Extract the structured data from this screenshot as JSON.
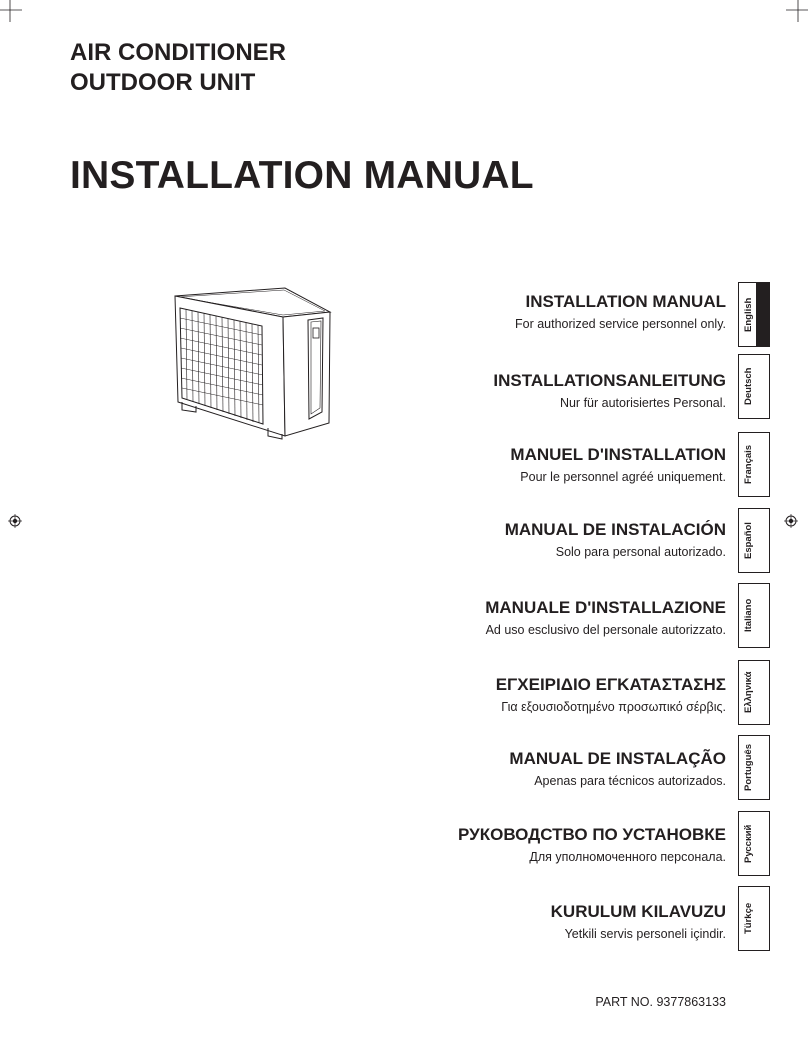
{
  "product": {
    "line1": "AIR CONDITIONER",
    "line2": "OUTDOOR UNIT"
  },
  "document_title": "INSTALLATION MANUAL",
  "languages": [
    {
      "title": "INSTALLATION MANUAL",
      "subtitle": "For authorized service personnel only.",
      "tab": "English"
    },
    {
      "title": "INSTALLATIONSANLEITUNG",
      "subtitle": "Nur für autorisiertes Personal.",
      "tab": "Deutsch"
    },
    {
      "title": "MANUEL D'INSTALLATION",
      "subtitle": "Pour le personnel agréé uniquement.",
      "tab": "Français"
    },
    {
      "title": "MANUAL DE INSTALACIÓN",
      "subtitle": "Solo para personal autorizado.",
      "tab": "Español"
    },
    {
      "title": "MANUALE D'INSTALLAZIONE",
      "subtitle": "Ad uso esclusivo del personale autorizzato.",
      "tab": "Italiano"
    },
    {
      "title": "ΕΓΧΕΙΡΙΔΙΟ ΕΓΚΑΤΑΣΤΑΣΗΣ",
      "subtitle": "Για εξουσιοδοτημένο προσωπικό σέρβις.",
      "tab": "Ελληνικά"
    },
    {
      "title": "MANUAL DE INSTALAÇÃO",
      "subtitle": "Apenas para técnicos autorizados.",
      "tab": "Português"
    },
    {
      "title": "РУКОВОДСТВО ПО УСТАНОВКЕ",
      "subtitle": "Для уполномоченного персонала.",
      "tab": "Русский"
    },
    {
      "title": "KURULUM KILAVUZU",
      "subtitle": "Yetkili servis personeli içindir.",
      "tab": "Türkçe"
    }
  ],
  "part_number": "PART NO. 9377863133",
  "colors": {
    "ink": "#231f20",
    "tab_fill": "#231f20",
    "paper": "#ffffff"
  }
}
